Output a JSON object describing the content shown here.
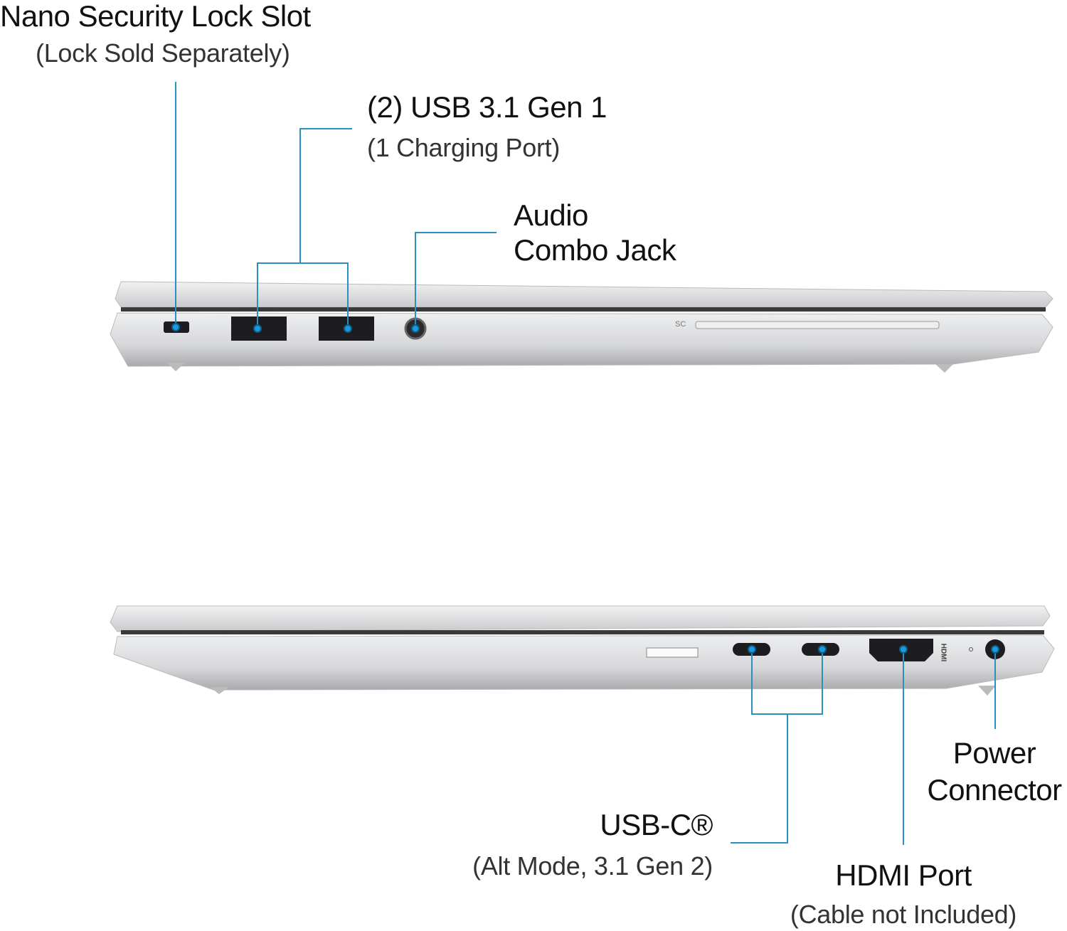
{
  "callouts": {
    "lock": {
      "title": "Nano Security Lock Slot",
      "subtitle": "(Lock Sold Separately)"
    },
    "usb_a": {
      "title": "(2) USB 3.1 Gen 1",
      "subtitle": "(1 Charging Port)"
    },
    "audio": {
      "line1": "Audio",
      "line2": "Combo Jack"
    },
    "usb_c": {
      "title": "USB-C®",
      "subtitle": "(Alt Mode, 3.1 Gen 2)"
    },
    "hdmi": {
      "title": "HDMI Port",
      "subtitle": "(Cable not Included)"
    },
    "power": {
      "line1": "Power",
      "line2": "Connector"
    }
  },
  "port_labels": {
    "smart_card": "SC",
    "hdmi": "HDMI"
  },
  "colors": {
    "callout_line": "#2b8fbf",
    "laptop_body": "#d9dadc",
    "port": "#1d1d1f"
  }
}
